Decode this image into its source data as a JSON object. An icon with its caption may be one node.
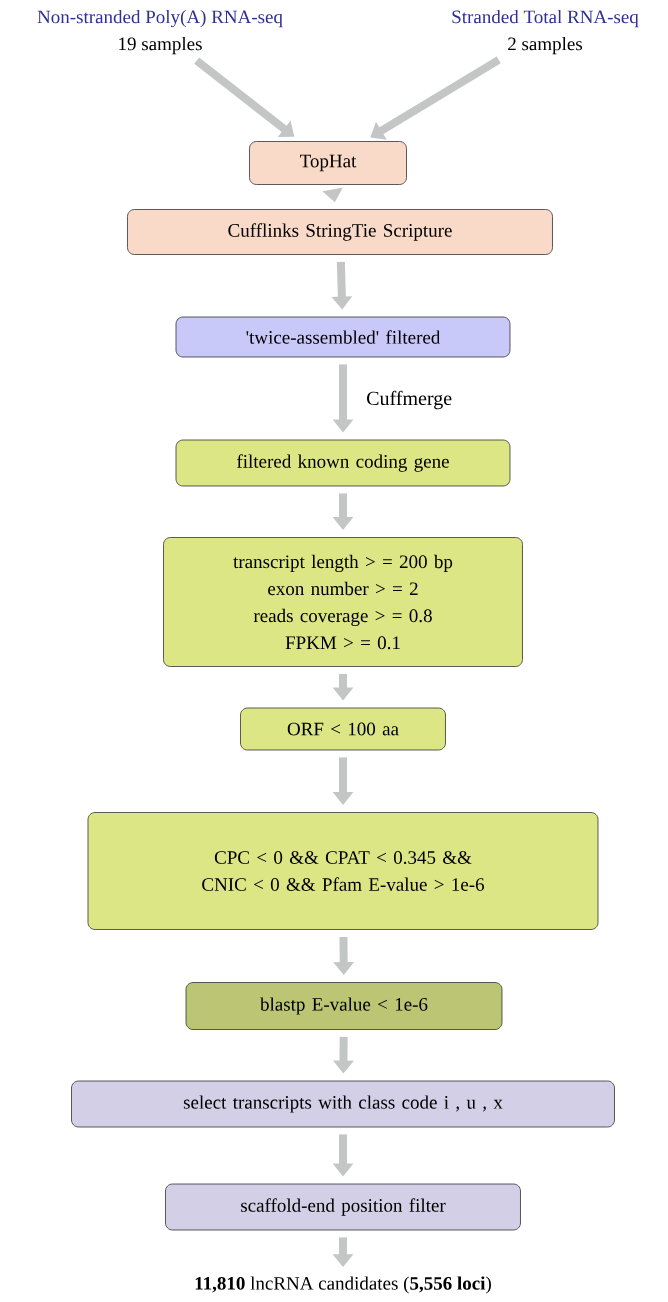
{
  "diagram": {
    "nodes": [
      {
        "text": [
          "Non-stranded Poly(A) RNA-seq",
          "19 samples"
        ]
      },
      {
        "text": [
          "Stranded Total RNA-seq",
          "2 samples"
        ]
      },
      {
        "text": [
          "TopHat"
        ]
      },
      {
        "text": [
          "Cufflinks StringTie Scripture"
        ]
      },
      {
        "text": [
          "'twice-assembled' filtered"
        ]
      },
      {
        "text": [
          "filtered known coding gene"
        ]
      },
      {
        "text": [
          "transcript length > = 200 bp",
          "exon number > = 2",
          "reads coverage > = 0.8",
          "FPKM > = 0.1"
        ]
      },
      {
        "text": [
          "ORF < 100 aa"
        ]
      },
      {
        "text": [
          "CPC < 0 && CPAT < 0.345 && CNIC < 0 && Pfam E-value > 1e-6"
        ]
      },
      {
        "text": [
          "blastp E-value < 1e-6"
        ]
      },
      {
        "text": [
          "select transcripts with class code i , u , x"
        ]
      },
      {
        "text": [
          "scaffold-end position filter"
        ]
      },
      {
        "text": [
          "**11,810** lncRNA candidates (**5,556 loci**)"
        ]
      }
    ],
    "edges": [
      {
        "from": 0,
        "to": 2,
        "arrow": "to"
      },
      {
        "from": 1,
        "to": 2,
        "arrow": "to"
      },
      {
        "from": 2,
        "to": 3,
        "arrow": "to"
      },
      {
        "from": 3,
        "to": 4,
        "arrow": "to"
      },
      {
        "from": 4,
        "to": 5,
        "arrow": "to",
        "label": "Cuffmerge"
      },
      {
        "from": 5,
        "to": 6,
        "arrow": "to"
      },
      {
        "from": 6,
        "to": 7,
        "arrow": "to"
      },
      {
        "from": 7,
        "to": 8,
        "arrow": "to"
      },
      {
        "from": 8,
        "to": 9,
        "arrow": "to"
      },
      {
        "from": 9,
        "to": 10,
        "arrow": "to"
      },
      {
        "from": 10,
        "to": 11,
        "arrow": "to"
      },
      {
        "from": 11,
        "to": 12,
        "arrow": "to"
      }
    ]
  }
}
